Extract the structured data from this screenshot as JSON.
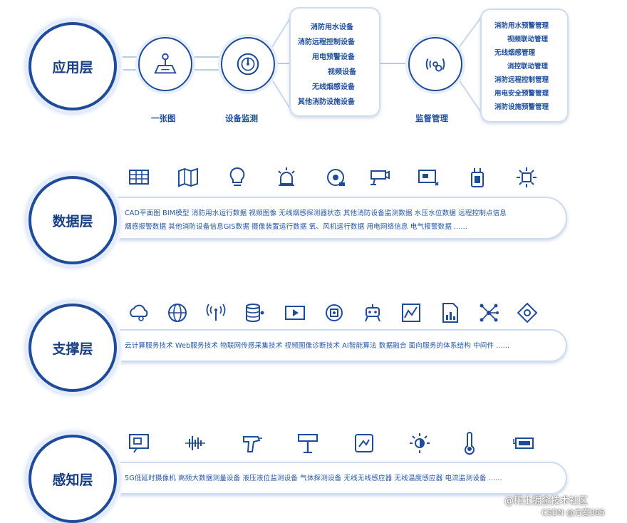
{
  "layers": {
    "app": "应用层",
    "data": "数据层",
    "support": "支撑层",
    "perception": "感知层"
  },
  "app_nodes": {
    "map_label": "一张图",
    "monitor_label": "设备监测",
    "supervise_label": "监督管理"
  },
  "monitor_items": [
    "消防用水设备",
    "消防远程控制设备",
    "用电预警设备",
    "视频设备",
    "无线烟感设备",
    "其他消防设施设备"
  ],
  "supervise_items": [
    "消防用水预警管理",
    "视频联动管理",
    "无线烟感管理",
    "消控联动管理",
    "消防远程控制管理",
    "用电安全预警管理",
    "消防设施预警管理"
  ],
  "data_layer": {
    "line1": "CAD平面图  BIM模型  消防用水运行数据  视频图像  无线烟感探测器状态  其他消防设备监测数据  水压水位数据  远程控制点信息",
    "line2": "烟感报警数据    其他消防设备信息GIS数据    摄像装置运行数据    氧、风机运行数据    用电网络信息    电气报警数据    ......",
    "icons": [
      "grid-icon",
      "map-icon",
      "bulb-icon",
      "alarm-light-icon",
      "siren-icon",
      "camera-icon",
      "monitor-icon",
      "plug-icon",
      "sun-icon"
    ]
  },
  "support_layer": {
    "line1": "云计算服务技术  Web服务技术  物联网传感采集技术  视频图像诊断技术  AI智能算法  数据融合  面向服务的体系结构  中间件  ......",
    "icons": [
      "cloud-icon",
      "globe-icon",
      "signal-icon",
      "database-icon",
      "video-icon",
      "chip-icon",
      "robot-icon",
      "chart-icon",
      "report-icon",
      "network-icon",
      "target-icon"
    ]
  },
  "perception_layer": {
    "line1": "5G低延时摄像机  高频大数据测量设备  液压液位监测设备  气体探测设备  无线无线感应器  无线温度感应器  电流监测设备  ......",
    "icons": [
      "screen-icon",
      "waveform-icon",
      "scanner-gun-icon",
      "gauge-icon",
      "tablet-icon",
      "brightness-icon",
      "thermometer-icon",
      "battery-icon"
    ]
  },
  "watermark": {
    "line1": "@稀土掘金技术社区",
    "line2": "CSDN @方案365"
  },
  "colors": {
    "primary": "#1e4b9a",
    "text": "#2356a8",
    "border": "#cfdcef"
  }
}
